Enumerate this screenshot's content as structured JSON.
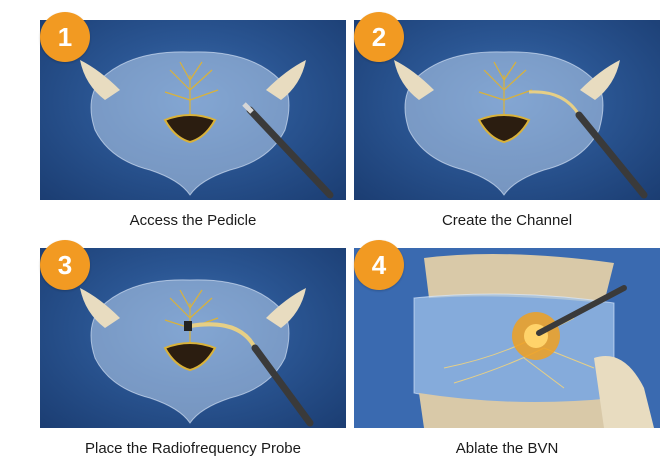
{
  "steps": [
    {
      "number": "1",
      "caption": "Access the Pedicle"
    },
    {
      "number": "2",
      "caption": "Create the Channel"
    },
    {
      "number": "3",
      "caption": "Place the Radiofrequency Probe"
    },
    {
      "number": "4",
      "caption": "Ablate the BVN"
    }
  ],
  "colors": {
    "badge": "#f29a22",
    "background": "#2a5592",
    "nerve": "#d9b23a"
  }
}
